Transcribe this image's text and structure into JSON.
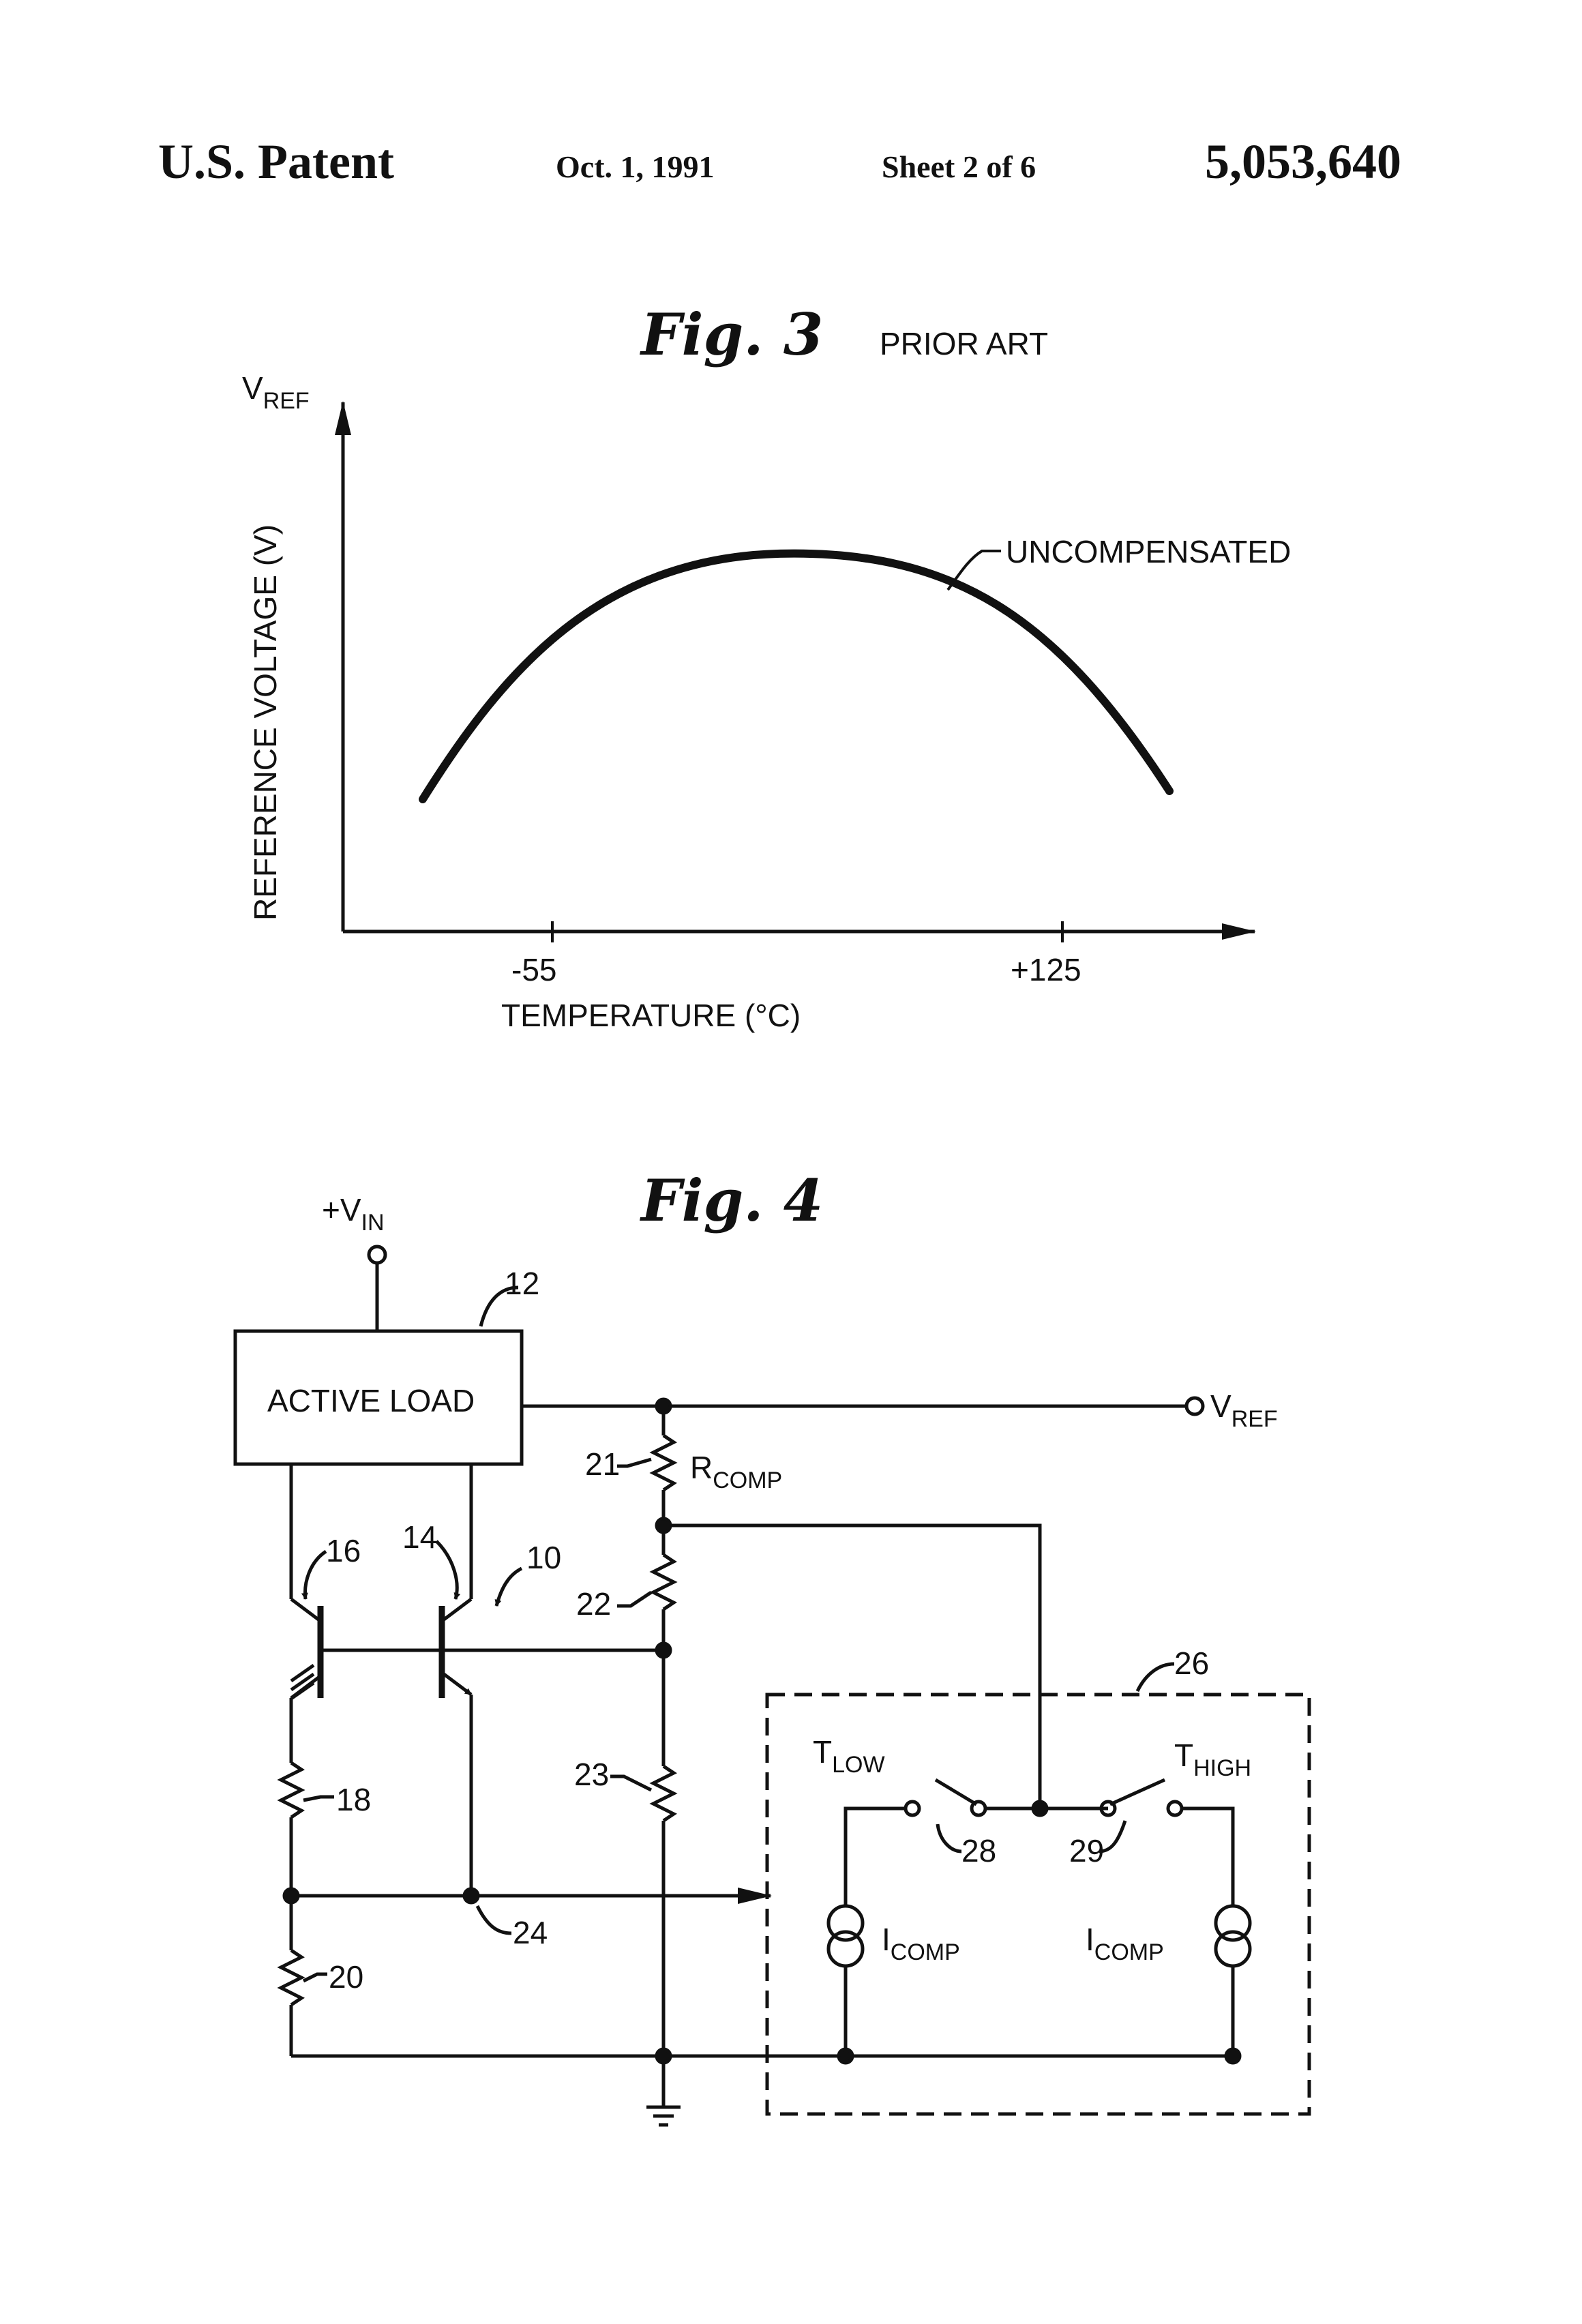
{
  "header": {
    "patent": "U.S. Patent",
    "date": "Oct. 1, 1991",
    "sheet": "Sheet 2 of 6",
    "number": "5,053,640"
  },
  "fig3": {
    "title": "Fig. 3",
    "caption": "PRIOR ART",
    "y_axis_symbol": "V",
    "y_axis_symbol_sub": "REF",
    "y_axis_label": "REFERENCE VOLTAGE (V)",
    "x_axis_label": "TEMPERATURE (°C)",
    "x_ticks": [
      "-55",
      "+125"
    ],
    "curve_label": "UNCOMPENSATED"
  },
  "fig4": {
    "title": "Fig. 4",
    "vin": "+V",
    "vin_sub": "IN",
    "active_load": "ACTIVE LOAD",
    "vref": "V",
    "vref_sub": "REF",
    "rcomp": "R",
    "rcomp_sub": "COMP",
    "tlow": "T",
    "tlow_sub": "LOW",
    "thigh": "T",
    "thigh_sub": "HIGH",
    "icomp": "I",
    "icomp_sub": "COMP",
    "ref_numerals": {
      "n10": "10",
      "n12": "12",
      "n14": "14",
      "n16": "16",
      "n18": "18",
      "n20": "20",
      "n21": "21",
      "n22": "22",
      "n23": "23",
      "n24": "24",
      "n26": "26",
      "n28": "28",
      "n29": "29"
    }
  }
}
